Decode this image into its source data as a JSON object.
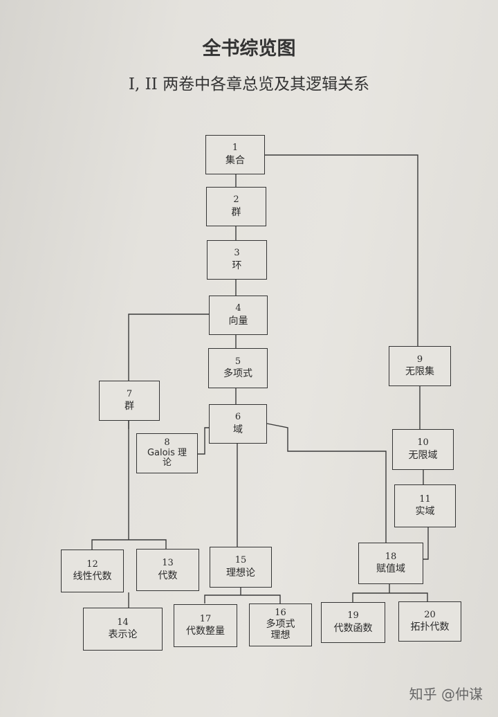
{
  "page": {
    "title": "全书综览图",
    "subtitle": "I, II 两卷中各章总览及其逻辑关系",
    "watermark": "知乎 @仲谋"
  },
  "nodes": [
    {
      "id": "n1",
      "num": "1",
      "label": "集合"
    },
    {
      "id": "n2",
      "num": "2",
      "label": "群"
    },
    {
      "id": "n3",
      "num": "3",
      "label": "环"
    },
    {
      "id": "n4",
      "num": "4",
      "label": "向量"
    },
    {
      "id": "n5",
      "num": "5",
      "label": "多项式"
    },
    {
      "id": "n6",
      "num": "6",
      "label": "域"
    },
    {
      "id": "n7",
      "num": "7",
      "label": "群"
    },
    {
      "id": "n8",
      "num": "8",
      "label": "Galois 理论"
    },
    {
      "id": "n9",
      "num": "9",
      "label": "无限集"
    },
    {
      "id": "n10",
      "num": "10",
      "label": "无限域"
    },
    {
      "id": "n11",
      "num": "11",
      "label": "实域"
    },
    {
      "id": "n12",
      "num": "12",
      "label": "线性代数"
    },
    {
      "id": "n13",
      "num": "13",
      "label": "代数"
    },
    {
      "id": "n14",
      "num": "14",
      "label": "表示论"
    },
    {
      "id": "n15",
      "num": "15",
      "label": "理想论"
    },
    {
      "id": "n16",
      "num": "16",
      "label": "多项式 理想"
    },
    {
      "id": "n17",
      "num": "17",
      "label": "代数整量"
    },
    {
      "id": "n18",
      "num": "18",
      "label": "赋值域"
    },
    {
      "id": "n19",
      "num": "19",
      "label": "代数函数"
    },
    {
      "id": "n20",
      "num": "20",
      "label": "拓扑代数"
    }
  ]
}
